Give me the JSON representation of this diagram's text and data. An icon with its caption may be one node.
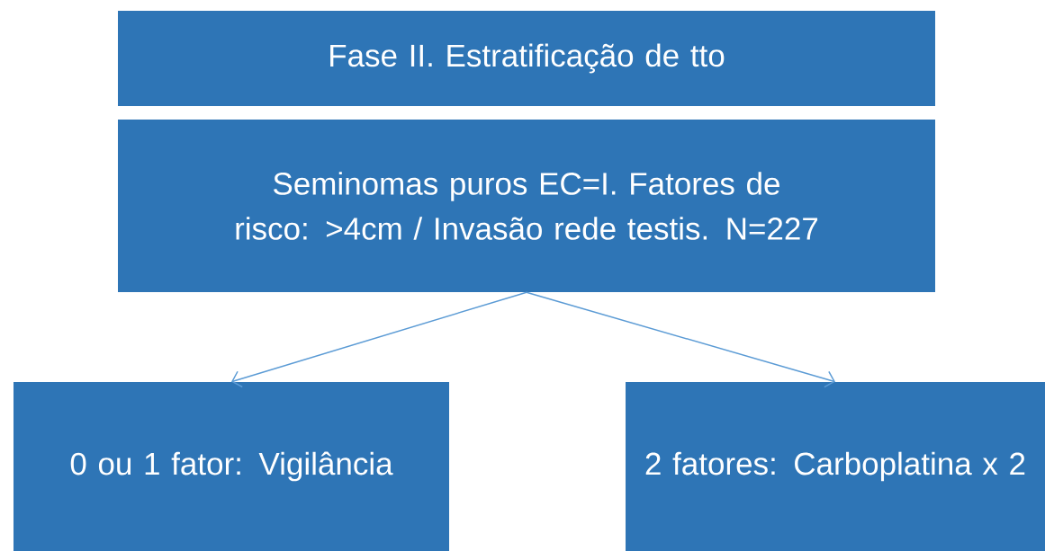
{
  "diagram": {
    "nodes": [
      {
        "text": [
          "Fase II. Estratificação de tto"
        ]
      },
      {
        "text": [
          "Seminomas puros EC=I. Fatores de risco: >4cm / Invasão rede testis. N=227"
        ]
      },
      {
        "text": [
          "0 ou 1 fator: Vigilância"
        ]
      },
      {
        "text": [
          "2 fatores: Carboplatina x 2"
        ]
      }
    ],
    "edges": [
      {
        "from": 1,
        "to": 2,
        "arrow": "to"
      },
      {
        "from": 1,
        "to": 3,
        "arrow": "to"
      }
    ]
  }
}
